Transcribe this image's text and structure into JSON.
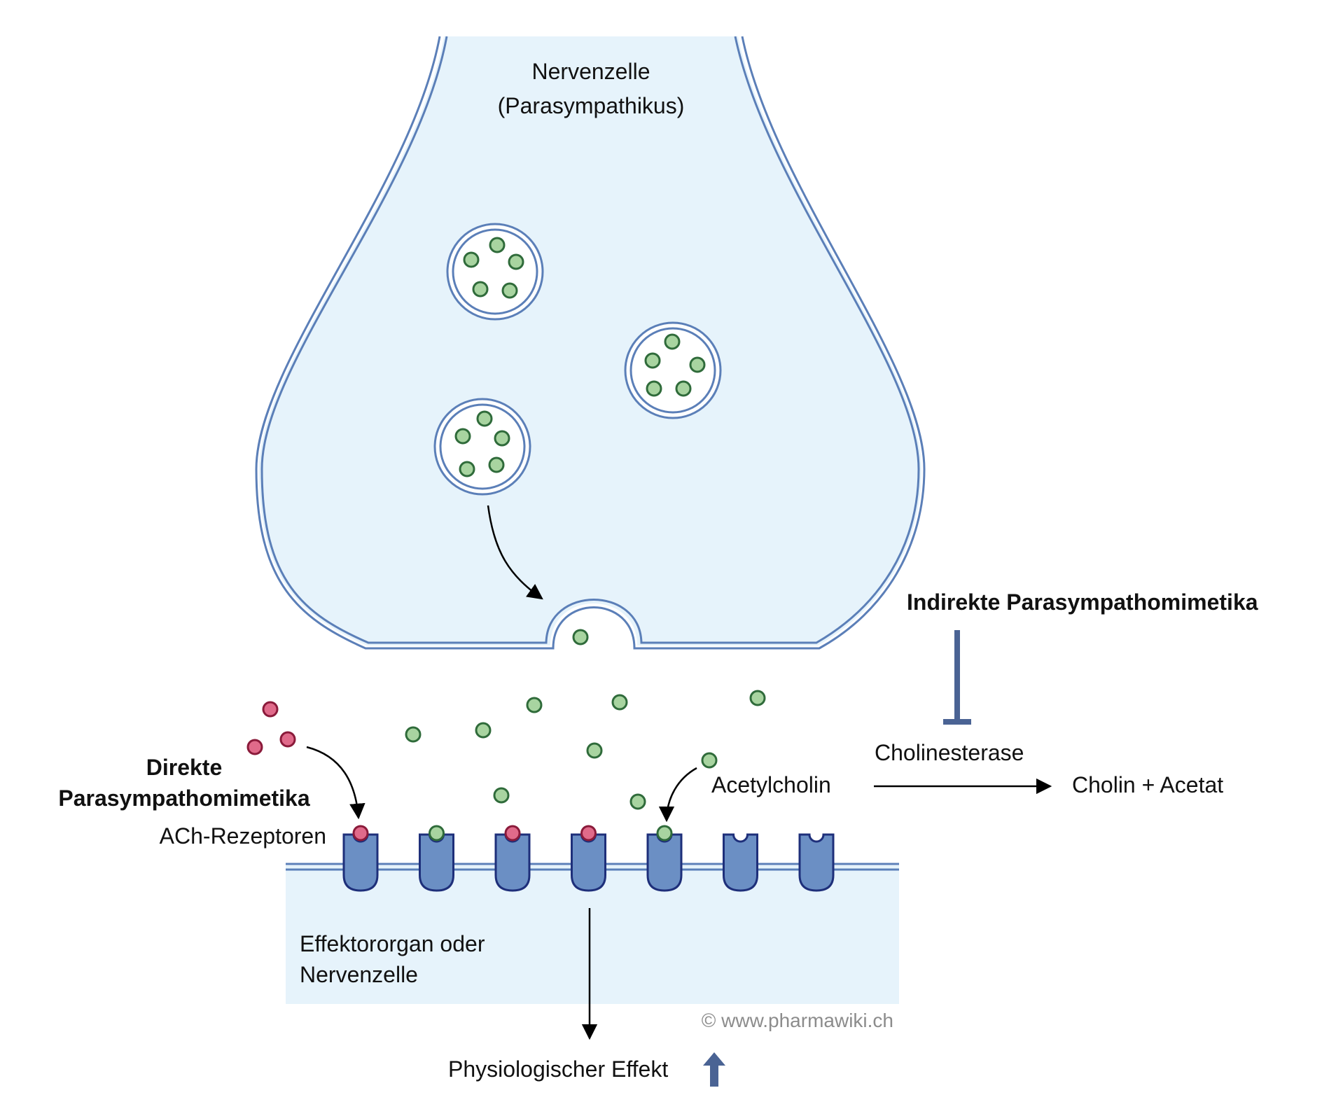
{
  "labels": {
    "neuron_line1": "Nervenzelle",
    "neuron_line2": "(Parasympathikus)",
    "indirect": "Indirekte Parasympathomimetika",
    "cholinesterase": "Cholinesterase",
    "acetylcholin": "Acetylcholin",
    "products": "Cholin + Acetat",
    "direct_line1": "Direkte",
    "direct_line2": "Parasympathomimetika",
    "receptors": "ACh-Rezeptoren",
    "effector_line1": "Effektororgan oder",
    "effector_line2": "Nervenzelle",
    "copyright": "© www.pharmawiki.ch",
    "effect": "Physiologischer Effekt"
  },
  "colors": {
    "cell_fill": "#e6f3fb",
    "membrane": "#5b7fb8",
    "receptor_fill": "#6b8fc4",
    "receptor_stroke": "#1e2f7a",
    "ach_fill": "#a8d4a0",
    "ach_stroke": "#2f6b3a",
    "agonist_fill": "#e06a8a",
    "agonist_stroke": "#8a1a3a",
    "inhibit": "#4a6394",
    "arrow": "#000000"
  },
  "receptors": [
    {
      "ligand": "agonist"
    },
    {
      "ligand": "acetylcholine"
    },
    {
      "ligand": "agonist"
    },
    {
      "ligand": "agonist"
    },
    {
      "ligand": "acetylcholine"
    },
    {
      "ligand": "none"
    },
    {
      "ligand": "none"
    }
  ],
  "icons": {
    "inhibition": "inhibition-t-bar-icon",
    "increase": "up-arrow-icon"
  }
}
